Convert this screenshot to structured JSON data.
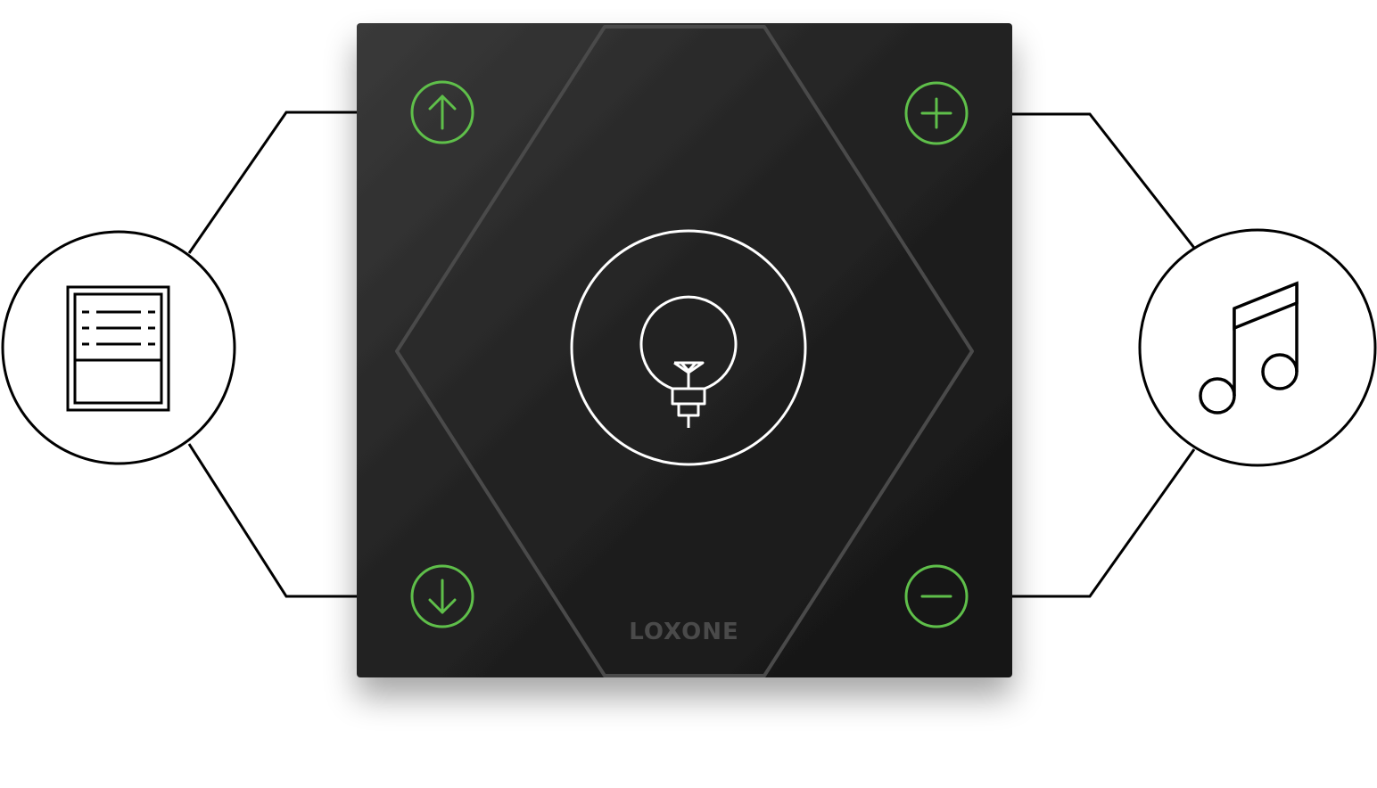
{
  "device": {
    "brand": "LOXONE",
    "panel_color": "#1c1c1c",
    "accent_color": "#5fbf4a",
    "center_ring_color": "#ffffff"
  },
  "buttons": {
    "top_left": {
      "icon": "arrow-up-icon",
      "function": "blinds-up"
    },
    "bottom_left": {
      "icon": "arrow-down-icon",
      "function": "blinds-down"
    },
    "top_right": {
      "icon": "plus-icon",
      "function": "volume-up"
    },
    "bottom_right": {
      "icon": "minus-icon",
      "function": "volume-down"
    },
    "center": {
      "icon": "light-bulb-icon",
      "function": "light-toggle"
    }
  },
  "side_icons": {
    "left": "window-blinds-icon",
    "right": "music-note-icon"
  }
}
